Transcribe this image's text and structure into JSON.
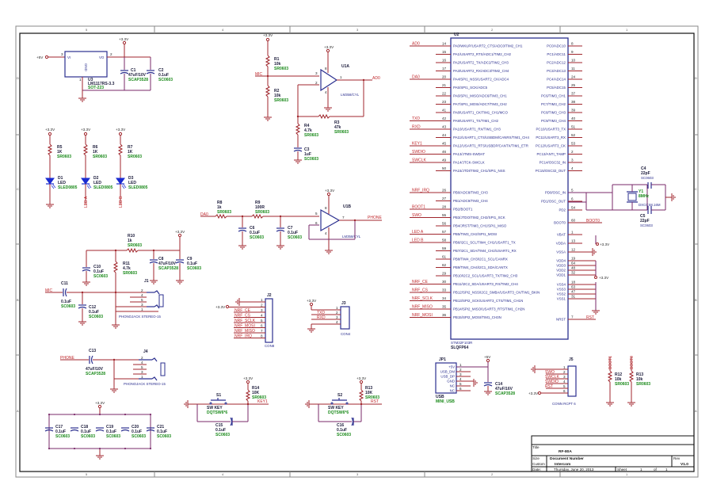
{
  "sheet": {
    "zones_top": [
      "5",
      "4",
      "3",
      "2",
      "1"
    ],
    "zones_side": [
      "D",
      "C",
      "B",
      "A"
    ]
  },
  "regulator": {
    "input_net": "+5V",
    "output_net": "+3.3V",
    "u": {
      "ref": "U3",
      "val": "LM1117RS-3.3",
      "fp": "SOT-223",
      "pin_vi": "VI",
      "pin_vo": "VO",
      "pin_gnd": "GND",
      "pin3": "3",
      "pin2": "2",
      "pin1": "1"
    },
    "c1": {
      "ref": "C1",
      "val": "47uF/10V",
      "fp": "SCAP3528"
    },
    "c2": {
      "ref": "C2",
      "val": "0.1uF",
      "fp": "SC0603"
    }
  },
  "mic_amp": {
    "pwr": "+3.3V",
    "pwr2": "+3.3V",
    "r1": {
      "ref": "R1",
      "val": "10k",
      "fp": "SR0603"
    },
    "r2": {
      "ref": "R2",
      "val": "10k",
      "fp": "SR0603"
    },
    "r3": {
      "ref": "R3",
      "val": "47k",
      "fp": "SR0603"
    },
    "r4": {
      "ref": "R4",
      "val": "4.7k",
      "fp": "SR0603"
    },
    "c3": {
      "ref": "C3",
      "val": "1uF",
      "fp": "SC0603"
    },
    "u": {
      "ref": "U1A",
      "val": "LM358/CYL",
      "p3": "3",
      "p2": "2",
      "p1": "1",
      "p8": "8",
      "p4": "4"
    },
    "net_in": "MIC",
    "net_out": "AD0"
  },
  "leds": [
    {
      "pwr": "+3.3V",
      "r": {
        "ref": "R5",
        "val": "1K",
        "fp": "SR0603"
      },
      "d": {
        "ref": "D1",
        "val": "LED",
        "fp": "SLED0805"
      },
      "net": ""
    },
    {
      "pwr": "+3.3V",
      "r": {
        "ref": "R6",
        "val": "1K",
        "fp": "SR0603"
      },
      "d": {
        "ref": "D2",
        "val": "LED",
        "fp": "SLED0805"
      },
      "net": "LED A"
    },
    {
      "pwr": "+3.3V",
      "r": {
        "ref": "R7",
        "val": "1K",
        "fp": "SR0603"
      },
      "d": {
        "ref": "D3",
        "val": "LED",
        "fp": "SLED0805"
      },
      "net": "LED B"
    }
  ],
  "phone_amp": {
    "net_in": "DA0",
    "net_out": "PHONE",
    "pwr": "+3.3V",
    "r8": {
      "ref": "R8",
      "val": "1k",
      "fp": "SR0603"
    },
    "r9": {
      "ref": "R9",
      "val": "100R",
      "fp": "SR0603"
    },
    "c6": {
      "ref": "C6",
      "val": "0.1uF",
      "fp": "SC0603"
    },
    "c7": {
      "ref": "C7",
      "val": "0.1uF",
      "fp": "SC0603"
    },
    "u": {
      "ref": "U1B",
      "val": "LM358/CYL",
      "p5": "5",
      "p6": "6",
      "p7": "7",
      "p8": "8",
      "p4": "4"
    }
  },
  "mic_input": {
    "pwr": "+3.3V",
    "net": "MIC",
    "r10": {
      "ref": "R10",
      "val": "1k",
      "fp": "SR0603"
    },
    "r11": {
      "ref": "R11",
      "val": "4.7k",
      "fp": "SR0603"
    },
    "c8": {
      "ref": "C8",
      "val": "47uF/10V",
      "fp": "SCAP3528"
    },
    "c9": {
      "ref": "C9",
      "val": "0.1uF",
      "fp": "SC0603"
    },
    "c10": {
      "ref": "C10",
      "val": "0.1uF",
      "fp": "SC0603"
    },
    "c11": {
      "ref": "C11",
      "val": "0.1uF",
      "fp": "SC0603"
    },
    "c12": {
      "ref": "C12",
      "val": "0.1uF",
      "fp": "SC0603"
    },
    "j1": {
      "ref": "J1",
      "val": "PHONOJACK STEREO-15",
      "pins": [
        "2",
        "4",
        "5",
        "3",
        "1"
      ]
    }
  },
  "phone_output": {
    "net": "PHONE",
    "c13": {
      "ref": "C13",
      "val": "47uF/10V",
      "fp": "SCAP3528"
    },
    "j4": {
      "ref": "J4",
      "val": "PHONOJACK STEREO-15",
      "pins": [
        "2",
        "4",
        "5",
        "3",
        "1"
      ]
    }
  },
  "decoupling": {
    "pwr": "+3.3V",
    "caps": [
      {
        "ref": "C17",
        "val": "0.1uF",
        "fp": "SC0603"
      },
      {
        "ref": "C18",
        "val": "0.1uF",
        "fp": "SC0603"
      },
      {
        "ref": "C19",
        "val": "0.1uF",
        "fp": "SC0603"
      },
      {
        "ref": "C20",
        "val": "0.1uF",
        "fp": "SC0603"
      },
      {
        "ref": "C21",
        "val": "0.1uF",
        "fp": "SC0603"
      }
    ]
  },
  "j2": {
    "ref": "J2",
    "val": "CON8",
    "pwr": "+3.3V",
    "pins": [
      "1",
      "2",
      "3",
      "4",
      "5",
      "6",
      "7",
      "8"
    ],
    "nets": [
      "",
      "",
      "NRF_CE",
      "NRF_CS",
      "NRF_SCLK",
      "NRF_MOSI",
      "NRF_MISO",
      "NRF_IRQ"
    ]
  },
  "j3": {
    "ref": "J3",
    "val": "CON4",
    "pwr": "+3.3V",
    "pins": [
      "1",
      "2",
      "3",
      "4"
    ],
    "nets": [
      "",
      "TXD",
      "RXD",
      ""
    ]
  },
  "keys": [
    {
      "pwr": "+3.3V",
      "s": {
        "ref": "S1",
        "val": "SW KEY",
        "fp": "DQTSW6*6"
      },
      "r": {
        "ref": "R14",
        "val": "10K",
        "fp": "SR0603"
      },
      "c": {
        "ref": "C15",
        "val": "0.1uF",
        "fp": "SC0603"
      },
      "net": "KEY1"
    },
    {
      "pwr": "+3.3V",
      "s": {
        "ref": "S2",
        "val": "SW KEY",
        "fp": "DQTSW6*6"
      },
      "r": {
        "ref": "R13",
        "val": "10K",
        "fp": "SR0603"
      },
      "c": {
        "ref": "C16",
        "val": "0.1uF",
        "fp": "SC0603"
      },
      "net": "RST"
    }
  ],
  "mcu": {
    "ref": "U2",
    "val": "STM32F103R",
    "pkg": "SLQFP64",
    "left": [
      {
        "net": "AD0",
        "num": "14",
        "name": "PA0/WKUP/USART2_CTS/ADC0/TIM2_CH1"
      },
      {
        "net": "",
        "num": "15",
        "name": "PA1/USART2_RTS/ADC1/TIM2_CH2"
      },
      {
        "net": "",
        "num": "16",
        "name": "PA2/USART2_TX/ADC2/TIM2_CH3"
      },
      {
        "net": "",
        "num": "17",
        "name": "PA3/USART2_RX/ADC3/TIM2_CH4"
      },
      {
        "net": "DA0",
        "num": "20",
        "name": "PA4/SPI1_NSS/USART2_CK/ADC4"
      },
      {
        "net": "",
        "num": "21",
        "name": "PA5/SPI1_SCK/ADC5"
      },
      {
        "net": "",
        "num": "22",
        "name": "PA6/SPI1_MISO/ADC6/TIM3_CH1"
      },
      {
        "net": "",
        "num": "23",
        "name": "PA7/SPI1_MOSI/ADC7/TIM3_CH2"
      },
      {
        "net": "",
        "num": "41",
        "name": "PA8/USART1_CK/TIM1_CH1/MCO"
      },
      {
        "net": "TXD",
        "num": "42",
        "name": "PA9/USART1_TX/TIM1_CH2"
      },
      {
        "net": "RXD",
        "num": "43",
        "name": "PA10/USART1_RX/TIM1_CH3"
      },
      {
        "net": "",
        "num": "44",
        "name": "PA11/USART1_CTS/USBDM/CANRX/TIM1_CH4"
      },
      {
        "net": "KEY1",
        "num": "45",
        "name": "PA12/USART1_RTS/USBDP/CANTX/TIM1_ETR"
      },
      {
        "net": "SWDIO",
        "num": "46",
        "name": "PA13/JTMS-SWDAT"
      },
      {
        "net": "SWCLK",
        "num": "49",
        "name": "PA14/JTCK-SWCLK"
      },
      {
        "net": "",
        "num": "50",
        "name": "PA15/JTDI/TIM2_CH1/SPI1_NSS"
      },
      {
        "net": "NRF_IRQ",
        "num": "26",
        "name": "PB0/ADC8/TIM3_CH3"
      },
      {
        "net": "",
        "num": "27",
        "name": "PB1/ADC9/TIM3_CH4"
      },
      {
        "net": "BOOT1",
        "num": "28",
        "name": "PB2/BOOT1"
      },
      {
        "net": "SWO",
        "num": "55",
        "name": "PB3/JTDO/TIM2_CH2/SPI1_SCK"
      },
      {
        "net": "",
        "num": "56",
        "name": "PB4/JRST/TIM3_CH1/SPI1_MISO"
      },
      {
        "net": "LED A",
        "num": "57",
        "name": "PB5/TIM3_CH2/SPI1_MOSI"
      },
      {
        "net": "LED B",
        "num": "58",
        "name": "PB6/I2C1_SCL/TIM4_CH1/USART1_TX"
      },
      {
        "net": "",
        "num": "59",
        "name": "PB7/I2C1_SDA/TIM4_CH2/USART1_RX"
      },
      {
        "net": "",
        "num": "61",
        "name": "PB8/TIM4_CH3/I2C1_SCL/CANRX"
      },
      {
        "net": "",
        "num": "62",
        "name": "PB9/TIM4_CH4/I2C1_SDA/CANTX"
      },
      {
        "net": "",
        "num": "29",
        "name": "PB10/I2C2_SCL/USART3_TX/TIM2_CH3"
      },
      {
        "net": "NRF_CE",
        "num": "30",
        "name": "PB11/I2C2_SDA/USART3_RX/TIM2_CH4"
      },
      {
        "net": "NRF_CS",
        "num": "33",
        "name": "PB12/SPI2_NSS/I2C2_SMBA/USART3_CK/TIM1_BKIN"
      },
      {
        "net": "NRF_SCLK",
        "num": "34",
        "name": "PB13/SPI2_SCK/USART3_CTS/TIM1_CH1N"
      },
      {
        "net": "NRF_MISO",
        "num": "35",
        "name": "PB14/SPI2_MISO/USART3_RTS/TIM1_CH2N"
      },
      {
        "net": "NRF_MOSI",
        "num": "36",
        "name": "PB15/SPI2_MOSI/TIM1_CH3N"
      }
    ],
    "right": [
      {
        "num": "8",
        "name": "PC0/ADC10"
      },
      {
        "num": "9",
        "name": "PC1/ADC11"
      },
      {
        "num": "10",
        "name": "PC2/ADC12"
      },
      {
        "num": "11",
        "name": "PC3/ADC13"
      },
      {
        "num": "24",
        "name": "PC4/ADC14"
      },
      {
        "num": "25",
        "name": "PC5/ADC15"
      },
      {
        "num": "37",
        "name": "PC6/TIM3_CH1"
      },
      {
        "num": "38",
        "name": "PC7/TIM3_CH2"
      },
      {
        "num": "39",
        "name": "PC8/TIM3_CH3"
      },
      {
        "num": "40",
        "name": "PC9/TIM3_CH4"
      },
      {
        "num": "51",
        "name": "PC10/USART3_TX"
      },
      {
        "num": "52",
        "name": "PC11/USART3_RX"
      },
      {
        "num": "53",
        "name": "PC12/USART3_CK"
      },
      {
        "num": "2",
        "name": "PC13/ANTI_TAMP"
      },
      {
        "num": "3",
        "name": "PC14/OSC32_IN"
      },
      {
        "num": "4",
        "name": "PC15/OSC32_OUT"
      },
      {
        "num": "5",
        "name": "PD0/OSC_IN"
      },
      {
        "num": "6",
        "name": "PD1/OSC_OUT"
      },
      {
        "num": "54",
        "name": "PD2"
      },
      {
        "num": "60",
        "name": "BOOT0"
      },
      {
        "num": "1",
        "name": "VBAT"
      },
      {
        "num": "13",
        "name": "VDDA"
      },
      {
        "num": "12",
        "name": "VSSA"
      },
      {
        "num": "19",
        "name": "VDD4"
      },
      {
        "num": "64",
        "name": "VDD3"
      },
      {
        "num": "48",
        "name": "VDD2"
      },
      {
        "num": "32",
        "name": "VDD1"
      },
      {
        "num": "18",
        "name": "VSS4"
      },
      {
        "num": "63",
        "name": "VSS3"
      },
      {
        "num": "47",
        "name": "VSS2"
      },
      {
        "num": "31",
        "name": "VSS1"
      },
      {
        "num": "7",
        "name": "NRST"
      }
    ],
    "right_nets": {
      "boot0": "BOOT0",
      "nrst": "RST",
      "vdda_pwr": "+3.3V",
      "vdd_pwr": "+3.3V"
    }
  },
  "crystal": {
    "y1": {
      "ref": "Y1",
      "val": "8MHz",
      "fp": "DXCCS8.16M"
    },
    "c4": {
      "ref": "C4",
      "val": "22pF",
      "fp": "SC0603"
    },
    "c5": {
      "ref": "C5",
      "val": "22pF",
      "fp": "SC0603"
    }
  },
  "usb": {
    "ref": "JP1",
    "val": "USB",
    "fp": "MINI_USB",
    "pwr": "+5V",
    "pins": [
      "+5V",
      "USB_DM",
      "USB_DP",
      "GND",
      "NC",
      "NC"
    ],
    "nums": [
      "1",
      "2",
      "3",
      "4",
      "5",
      "6"
    ],
    "c14": {
      "ref": "C14",
      "val": "47uF/16V",
      "fp": "SCAP3528"
    }
  },
  "j5": {
    "ref": "J5",
    "val": "CONN RCPT 6",
    "pwr": "+3.3V",
    "pins": [
      "1",
      "2",
      "3",
      "4",
      "5",
      "6"
    ],
    "nets": [
      "",
      "SWO",
      "SWCLK",
      "SWDIO",
      "RST",
      ""
    ]
  },
  "boot_pulldowns": [
    {
      "net": "BOOT1",
      "ref": "R12",
      "val": "10k",
      "fp": "SR0603"
    },
    {
      "net": "BOOT0",
      "ref": "R13",
      "val": "10k",
      "fp": "SR0603"
    }
  ],
  "title_block": {
    "title_label": "Title",
    "title": "RF-80A",
    "size_label": "Size",
    "size": "Custom",
    "docnum_label": "Document Number",
    "docnum": "Intercom",
    "rev_label": "Rev",
    "rev": "V1.0",
    "date_label": "Date:",
    "date": "Thursday, June 20, 2013",
    "sheet_label": "Sheet",
    "sheet": "1",
    "of_label": "of",
    "of": "1"
  }
}
